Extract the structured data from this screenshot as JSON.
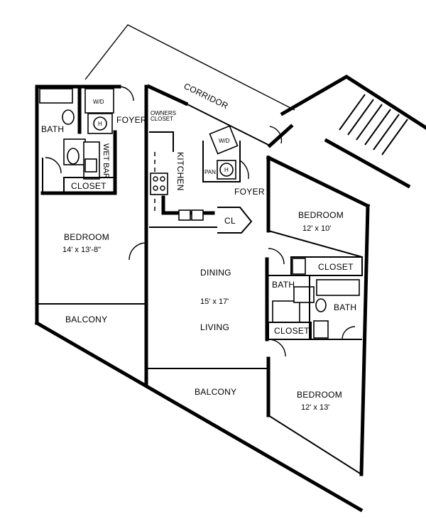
{
  "rooms": {
    "corridor": "CORRIDOR",
    "bath_left": "BATH",
    "foyer_left": "FOYER",
    "wet_bar": "WET BAR",
    "closet_left": "CLOSET",
    "wd_left": "W/D",
    "h_left": "H",
    "owners_closet_line1": "OWNERS",
    "owners_closet_line2": "CLOSET",
    "kitchen": "KITCHEN",
    "wd_center": "W/D",
    "pan": "PAN",
    "h_center": "H",
    "foyer_right": "FOYER",
    "cl": "CL",
    "bedroom_left": "BEDROOM",
    "bedroom_left_dim": "14' x 13'-8\"",
    "dining": "DINING",
    "dining_living_dim": "15' x 17'",
    "living": "LIVING",
    "bedroom_right_top": "BEDROOM",
    "bedroom_right_top_dim": "12' x 10'",
    "closet_right_top": "CLOSET",
    "bath_right_a": "BATH",
    "bath_right_b": "BATH",
    "closet_right_bottom": "CLOSET",
    "balcony_left": "BALCONY",
    "balcony_center": "BALCONY",
    "bedroom_right_bottom": "BEDROOM",
    "bedroom_right_bottom_dim": "12' x 13'"
  }
}
